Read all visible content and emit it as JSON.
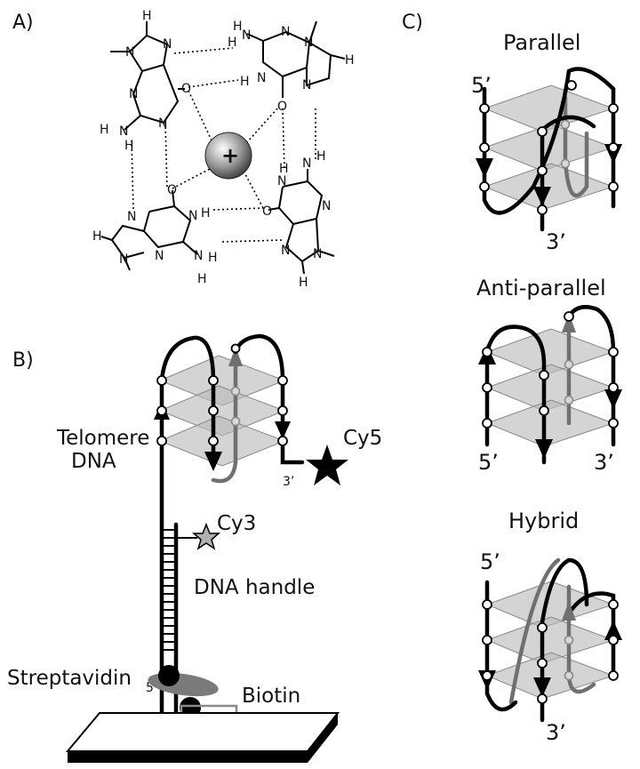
{
  "panels": {
    "a": {
      "label": "A)"
    },
    "b": {
      "label": "B)"
    },
    "c": {
      "label": "C)"
    }
  },
  "panel_a": {
    "cation_symbol": "+",
    "atoms": {
      "H": "H",
      "N": "N",
      "O": "O"
    }
  },
  "panel_b": {
    "telomere_line1": "Telomere",
    "telomere_line2": "DNA",
    "cy5": "Cy5",
    "cy3": "Cy3",
    "three_prime": "3’",
    "dna_handle": "DNA handle",
    "five_prime": "5’",
    "streptavidin": "Streptavidin",
    "biotin": "Biotin"
  },
  "panel_c": {
    "parallel": {
      "title": "Parallel",
      "five_prime": "5’",
      "three_prime": "3’"
    },
    "antiparallel": {
      "title": "Anti-parallel",
      "five_prime": "5’",
      "three_prime": "3’"
    },
    "hybrid": {
      "title": "Hybrid",
      "five_prime": "5’",
      "three_prime": "3’"
    }
  }
}
